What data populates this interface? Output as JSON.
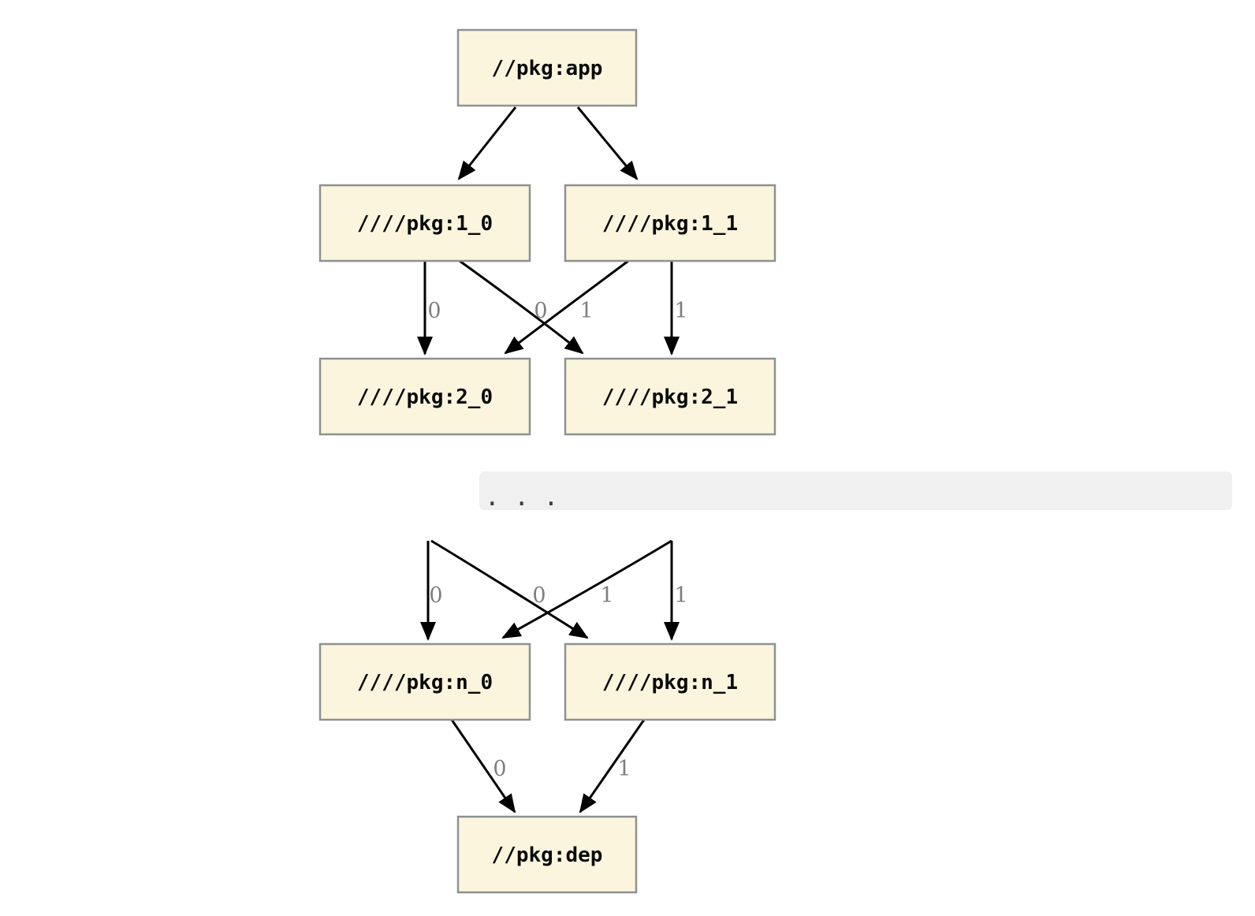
{
  "diagram": {
    "type": "dependency-graph",
    "colors": {
      "node_fill": "#FCF5DE",
      "node_border": "#8D9291",
      "edge_stroke": "#000000",
      "edge_label": "#7F7F7F",
      "band_bg": "#F0F0F0",
      "band_text": "#3A3A3A",
      "page_bg": "#FFFFFF",
      "node_text": "#0A0A0A"
    },
    "nodes": [
      {
        "id": "app",
        "label": "//pkg:app"
      },
      {
        "id": "v1_0",
        "label": "////pkg:1_0"
      },
      {
        "id": "v1_1",
        "label": "////pkg:1_1"
      },
      {
        "id": "v2_0",
        "label": "////pkg:2_0"
      },
      {
        "id": "v2_1",
        "label": "////pkg:2_1"
      },
      {
        "id": "vn_0",
        "label": "////pkg:n_0"
      },
      {
        "id": "vn_1",
        "label": "////pkg:n_1"
      },
      {
        "id": "dep",
        "label": "//pkg:dep"
      }
    ],
    "edges": [
      {
        "from": "app",
        "to": "v1_0",
        "label": ""
      },
      {
        "from": "app",
        "to": "v1_1",
        "label": ""
      },
      {
        "from": "v1_0",
        "to": "v2_0",
        "label": "0"
      },
      {
        "from": "v1_1",
        "to": "v2_0",
        "label": "0"
      },
      {
        "from": "v1_0",
        "to": "v2_1",
        "label": "1"
      },
      {
        "from": "v1_1",
        "to": "v2_1",
        "label": "1"
      },
      {
        "from": "...",
        "to": "vn_0",
        "label": "0"
      },
      {
        "from": "...",
        "to": "vn_0",
        "label": "0"
      },
      {
        "from": "...",
        "to": "vn_1",
        "label": "1"
      },
      {
        "from": "...",
        "to": "vn_1",
        "label": "1"
      },
      {
        "from": "vn_0",
        "to": "dep",
        "label": "0"
      },
      {
        "from": "vn_1",
        "to": "dep",
        "label": "1"
      }
    ],
    "separator": {
      "text": ". . ."
    }
  }
}
